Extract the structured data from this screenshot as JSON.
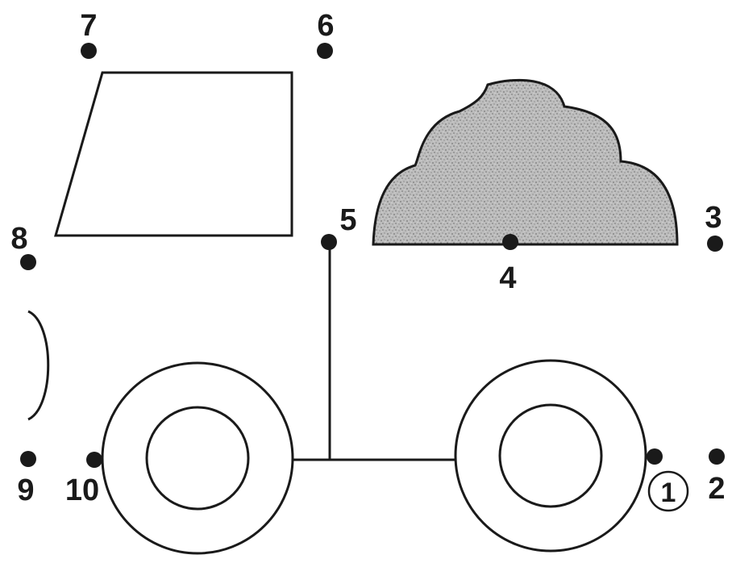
{
  "labels": {
    "dot_1": "1",
    "dot_2": "2",
    "dot_3": "3",
    "dot_4": "4",
    "dot_5": "5",
    "dot_6": "6",
    "dot_7": "7",
    "dot_8": "8",
    "dot_9": "9",
    "dot_10": "10"
  },
  "colors": {
    "ink": "#1a1a1a",
    "cloud_fill": "#b9b9b9"
  }
}
